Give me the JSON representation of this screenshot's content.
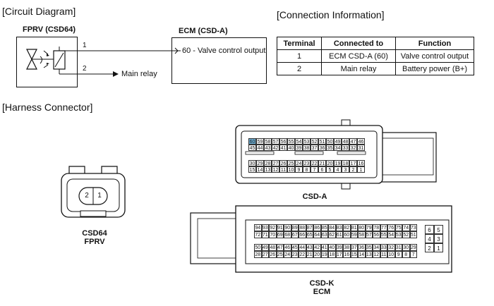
{
  "headings": {
    "circuit": "[Circuit Diagram]",
    "connection": "[Connection Information]",
    "harness": "[Harness Connector]"
  },
  "circuit": {
    "fprv_label": "FPRV (CSD64)",
    "ecm_label": "ECM (CSD-A)",
    "wire1": "1",
    "wire2": "2",
    "ecm_pin": "60 - Valve control output",
    "relay": "Main relay"
  },
  "table": {
    "headers": [
      "Terminal",
      "Connected to",
      "Function"
    ],
    "rows": [
      [
        "1",
        "ECM CSD-A (60)",
        "Valve control output"
      ],
      [
        "2",
        "Main relay",
        "Battery power (B+)"
      ]
    ]
  },
  "fprv_connector": {
    "pins": [
      "2",
      "1"
    ],
    "label1": "CSD64",
    "label2": "FPRV"
  },
  "csd_a": {
    "label": "CSD-A",
    "highlight_pin": "60",
    "rows": [
      [
        "60",
        "59",
        "58",
        "57",
        "56",
        "55",
        "54",
        "53",
        "52",
        "51",
        "50",
        "49",
        "48",
        "47",
        "46"
      ],
      [
        "45",
        "44",
        "43",
        "42",
        "41",
        "40",
        "39",
        "38",
        "37",
        "36",
        "35",
        "34",
        "33",
        "32",
        "31"
      ],
      [
        "30",
        "29",
        "28",
        "27",
        "26",
        "25",
        "24",
        "23",
        "22",
        "21",
        "20",
        "19",
        "18",
        "17",
        "16"
      ],
      [
        "15",
        "14",
        "13",
        "12",
        "11",
        "10",
        "9",
        "8",
        "7",
        "6",
        "5",
        "4",
        "3",
        "2",
        "1"
      ]
    ]
  },
  "csd_k": {
    "label1": "CSD-K",
    "label2": "ECM",
    "rows": [
      [
        "94",
        "93",
        "92",
        "91",
        "90",
        "89",
        "88",
        "87",
        "86",
        "85",
        "84",
        "83",
        "82",
        "81",
        "80",
        "79",
        "78",
        "77",
        "76",
        "75",
        "74",
        "73"
      ],
      [
        "72",
        "71",
        "70",
        "69",
        "68",
        "67",
        "66",
        "65",
        "64",
        "63",
        "62",
        "61",
        "60",
        "59",
        "58",
        "57",
        "56",
        "55",
        "54",
        "53",
        "52",
        "51"
      ],
      [
        "50",
        "49",
        "48",
        "47",
        "46",
        "45",
        "44",
        "43",
        "42",
        "41",
        "40",
        "39",
        "38",
        "37",
        "36",
        "35",
        "34",
        "33",
        "32",
        "31",
        "30",
        "29"
      ],
      [
        "28",
        "27",
        "26",
        "25",
        "24",
        "23",
        "22",
        "21",
        "20",
        "19",
        "18",
        "17",
        "16",
        "15",
        "14",
        "13",
        "12",
        "11",
        "10",
        "9",
        "8",
        "7"
      ]
    ],
    "side": [
      "6",
      "5",
      "4",
      "3",
      "2",
      "1"
    ]
  }
}
